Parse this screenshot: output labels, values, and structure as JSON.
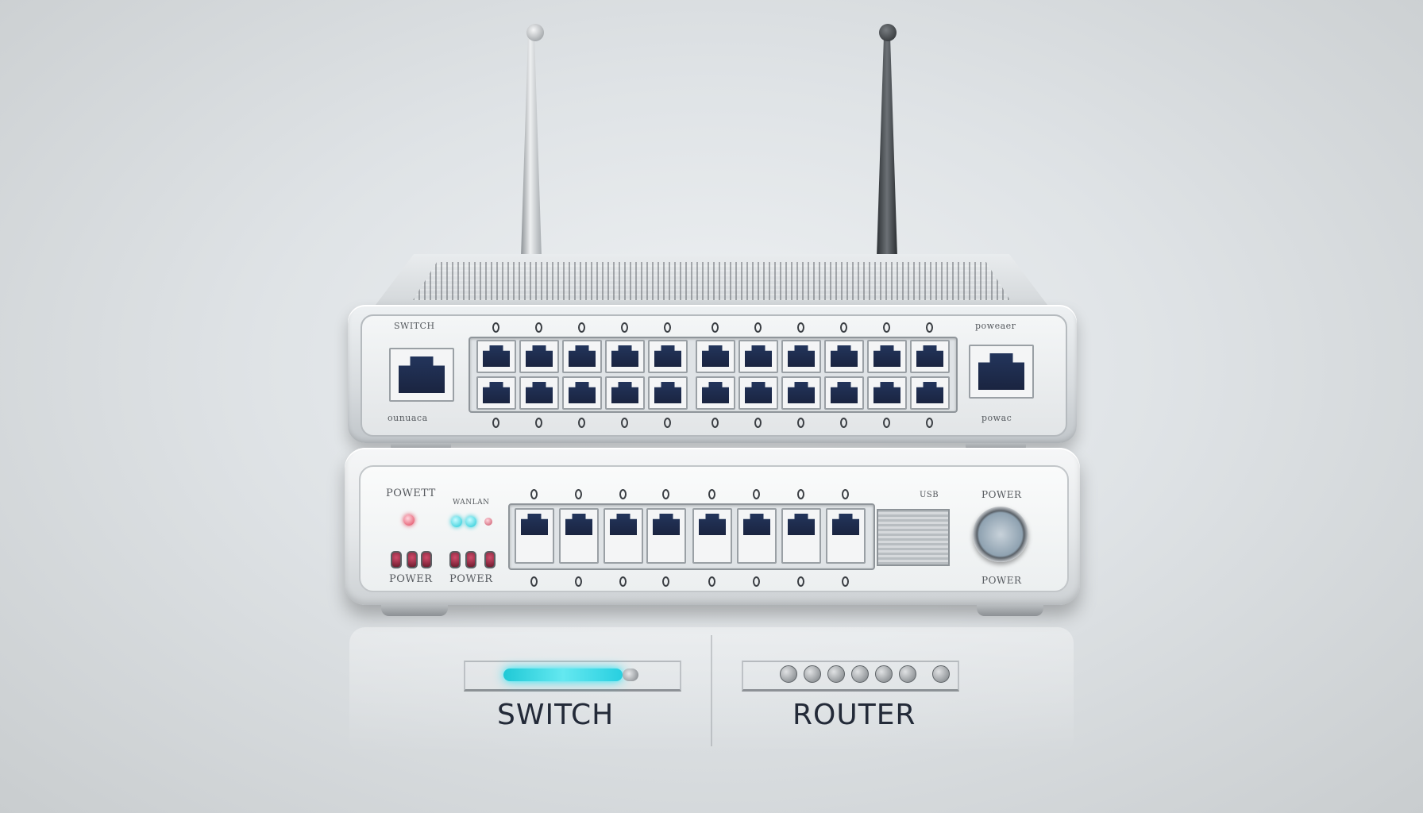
{
  "top_unit": {
    "left_label": "SWITCH",
    "left_sub_label": "ounuaca",
    "right_label": "poweaer",
    "right_sub_label": "powac"
  },
  "bottom_unit": {
    "left_label": "POWETT",
    "led_label": "WANLAN",
    "power_label_1": "POWER",
    "power_label_2": "POWER",
    "right_label": "POWER",
    "knob_label": "POWER",
    "shutter_label": "USB"
  },
  "captions": {
    "switch": "SWITCH",
    "router": "ROUTER"
  },
  "colors": {
    "led_teal": "#1fc9d6",
    "led_red": "#e0435a",
    "port_blue": "#1a2440"
  },
  "icons": [
    "antenna-icon",
    "ethernet-port-icon",
    "power-knob-icon",
    "status-led-icon"
  ]
}
